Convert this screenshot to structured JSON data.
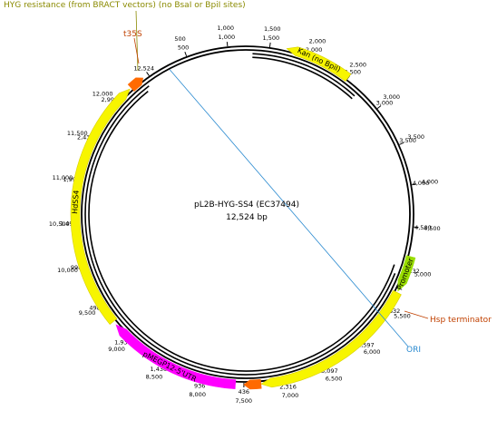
{
  "plasmid": {
    "name": "pL2B-HYG-SS4 (EC37494)",
    "size_label": "12,524 bp",
    "length": 12524
  },
  "colors": {
    "backbone": "#000000",
    "yellow": "#f7f500",
    "magenta": "#ff00ff",
    "green": "#99dd00",
    "orange": "#ff6a00",
    "olive_label": "#8a8a00",
    "orange_label": "#c04000",
    "blue_label": "#2a8ad0"
  },
  "features": [
    {
      "id": "hyg",
      "name": "HYG resistance (from BRACT vectors) (no BsaI or BpiI sites)",
      "start": 5300,
      "end": 7300,
      "strand": 1,
      "color": "#f7f500",
      "label_position": "external"
    },
    {
      "id": "t35s",
      "name": "t35S",
      "start": 7300,
      "end": 7500,
      "strand": 1,
      "color": "#ff6a00",
      "label_position": "external"
    },
    {
      "id": "pmegp12",
      "name": "pMEGP12-5'UTR",
      "start": 7600,
      "end": 9200,
      "strand": 1,
      "color": "#ff00ff",
      "label_position": "internal"
    },
    {
      "id": "hdss4",
      "name": "HdSS4",
      "start": 9250,
      "end": 12250,
      "strand": 1,
      "color": "#f7f500",
      "label_position": "internal"
    },
    {
      "id": "hsp",
      "name": "Hsp terminator",
      "start": 12270,
      "end": 12450,
      "strand": 1,
      "color": "#ff6a00",
      "label_position": "external"
    },
    {
      "id": "ori",
      "name": "ORI",
      "start": 0,
      "end": 600,
      "strand": 0,
      "color": "#2a8ad0",
      "label_position": "external"
    },
    {
      "id": "kan",
      "name": "Kan (no BpiI)",
      "start": 1700,
      "end": 2500,
      "strand": -1,
      "color": "#f7f500",
      "label_position": "internal"
    },
    {
      "id": "promoter",
      "name": "Promoter",
      "start": 4850,
      "end": 5280,
      "strand": 1,
      "color": "#99dd00",
      "label_position": "internal"
    }
  ],
  "ticks": [
    {
      "pos": 0,
      "outer": "",
      "inner": "12,524"
    },
    {
      "pos": 500,
      "outer": "500",
      "inner": "500"
    },
    {
      "pos": 1000,
      "outer": "1,000",
      "inner": "1,000"
    },
    {
      "pos": 1500,
      "outer": "1,500",
      "inner": "1,500"
    },
    {
      "pos": 2000,
      "outer": "2,000",
      "inner": "2,000"
    },
    {
      "pos": 2500,
      "outer": "2,500",
      "inner": "2,500"
    },
    {
      "pos": 3000,
      "outer": "3,000",
      "inner": "3,000"
    },
    {
      "pos": 3500,
      "outer": "3,500",
      "inner": "3,500"
    },
    {
      "pos": 4000,
      "outer": "4,000",
      "inner": "4,000"
    },
    {
      "pos": 4500,
      "outer": "4,500",
      "inner": "4,500"
    },
    {
      "pos": 5000,
      "outer": "5,000",
      "inner": "132"
    },
    {
      "pos": 5500,
      "outer": "5,500",
      "inner": "632"
    },
    {
      "pos": 6000,
      "outer": "6,000",
      "inner": "2,597"
    },
    {
      "pos": 6500,
      "outer": "6,500",
      "inner": "3,097"
    },
    {
      "pos": 7000,
      "outer": "7,000",
      "inner": "2,316"
    },
    {
      "pos": 7500,
      "outer": "7,500",
      "inner": "436"
    },
    {
      "pos": 8000,
      "outer": "8,000",
      "inner": "936"
    },
    {
      "pos": 8500,
      "outer": "8,500",
      "inner": "1,436"
    },
    {
      "pos": 9000,
      "outer": "9,000",
      "inner": "1,936"
    },
    {
      "pos": 9500,
      "outer": "9,500",
      "inner": "498"
    },
    {
      "pos": 10000,
      "outer": "10,000",
      "inner": "998"
    },
    {
      "pos": 10500,
      "outer": "10,500",
      "inner": "1,498"
    },
    {
      "pos": 11000,
      "outer": "11,000",
      "inner": "1,998"
    },
    {
      "pos": 11500,
      "outer": "11,500",
      "inner": "2,438"
    },
    {
      "pos": 12000,
      "outer": "12,000",
      "inner": "2,998"
    }
  ]
}
